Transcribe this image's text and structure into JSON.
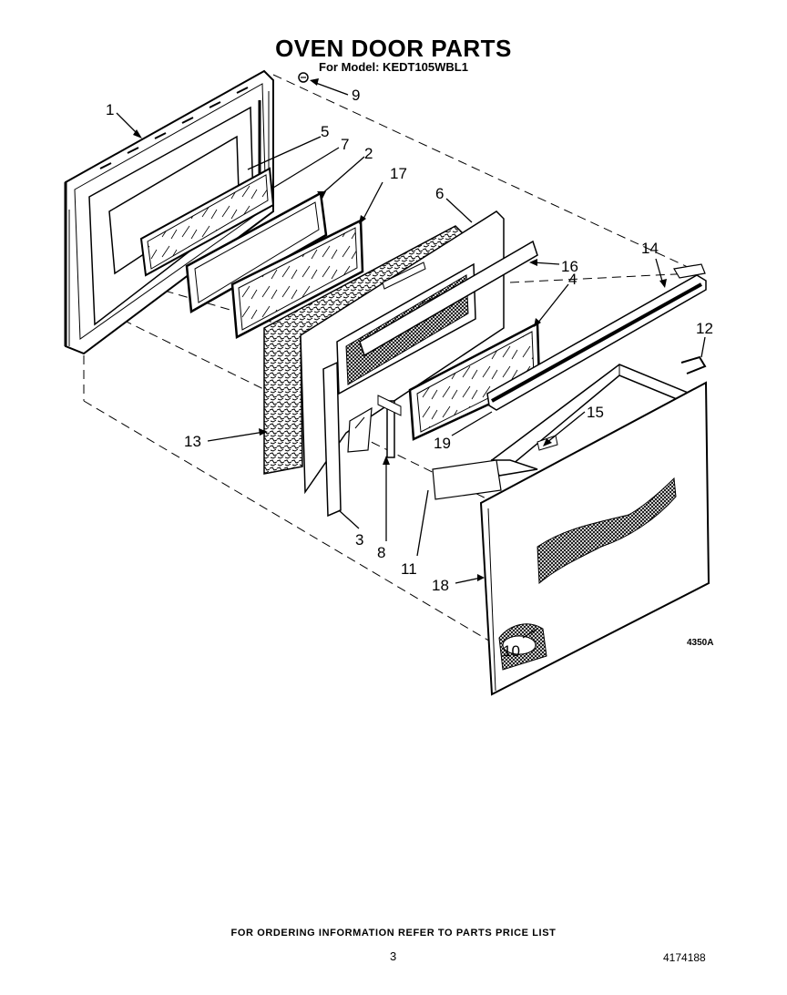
{
  "header": {
    "title": "OVEN DOOR PARTS",
    "subtitle": "For Model: KEDT105WBL1"
  },
  "diagram": {
    "callouts": [
      "1",
      "9",
      "5",
      "7",
      "2",
      "17",
      "6",
      "16",
      "14",
      "4",
      "12",
      "15",
      "19",
      "13",
      "3",
      "8",
      "11",
      "18",
      "10"
    ],
    "drawing_code": "4350A"
  },
  "footer": {
    "note": "FOR ORDERING INFORMATION REFER TO PARTS PRICE LIST",
    "page": "3",
    "document_number": "4174188"
  }
}
